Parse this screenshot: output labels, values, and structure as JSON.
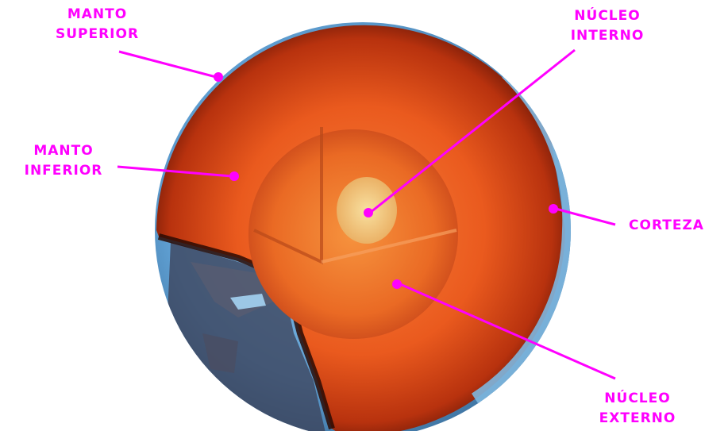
{
  "colors": {
    "accent": "#ff00ff",
    "background": "#ffffff",
    "ocean": "#6aa8d8",
    "mantle": "#e8521a",
    "inner_core": "#f2c26a"
  },
  "labels": {
    "upper_mantle": [
      "MANTO",
      "SUPERIOR"
    ],
    "lower_mantle": [
      "MANTO",
      "INFERIOR"
    ],
    "inner_core": [
      "NÚCLEO",
      "INTERNO"
    ],
    "crust": [
      "CORTEZA"
    ],
    "outer_core": [
      "NÚCLEO",
      "EXTERNO"
    ]
  }
}
